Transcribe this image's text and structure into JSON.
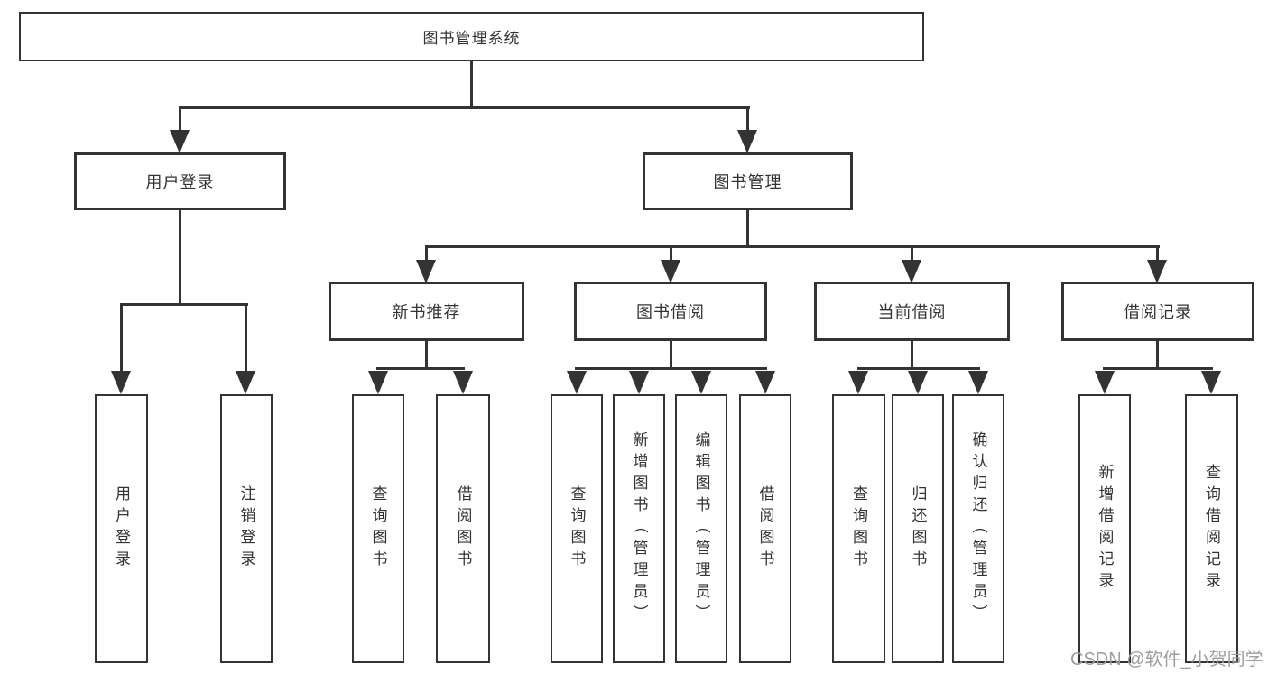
{
  "diagram": {
    "root": {
      "label": "图书管理系统"
    },
    "level2": {
      "user_login": {
        "label": "用户登录"
      },
      "book_management": {
        "label": "图书管理"
      }
    },
    "level3": {
      "new_book_recommend": {
        "label": "新书推荐"
      },
      "book_borrow": {
        "label": "图书借阅"
      },
      "current_borrow": {
        "label": "当前借阅"
      },
      "borrow_record": {
        "label": "借阅记录"
      }
    },
    "leaves": {
      "user_login": [
        "用户登录",
        "注销登录"
      ],
      "new_book_recommend": [
        "查询图书",
        "借阅图书"
      ],
      "book_borrow": [
        "查询图书",
        "新增图书（管理员）",
        "编辑图书（管理员）",
        "借阅图书"
      ],
      "current_borrow": [
        "查询图书",
        "归还图书",
        "确认归还（管理员）"
      ],
      "borrow_record": [
        "新增借阅记录",
        "查询借阅记录"
      ]
    },
    "watermark": "CSDN @软件_小贺同学",
    "colors": {
      "line": "#333333",
      "text": "#333333",
      "watermark": "#9e9e9e",
      "background": "#ffffff"
    }
  }
}
